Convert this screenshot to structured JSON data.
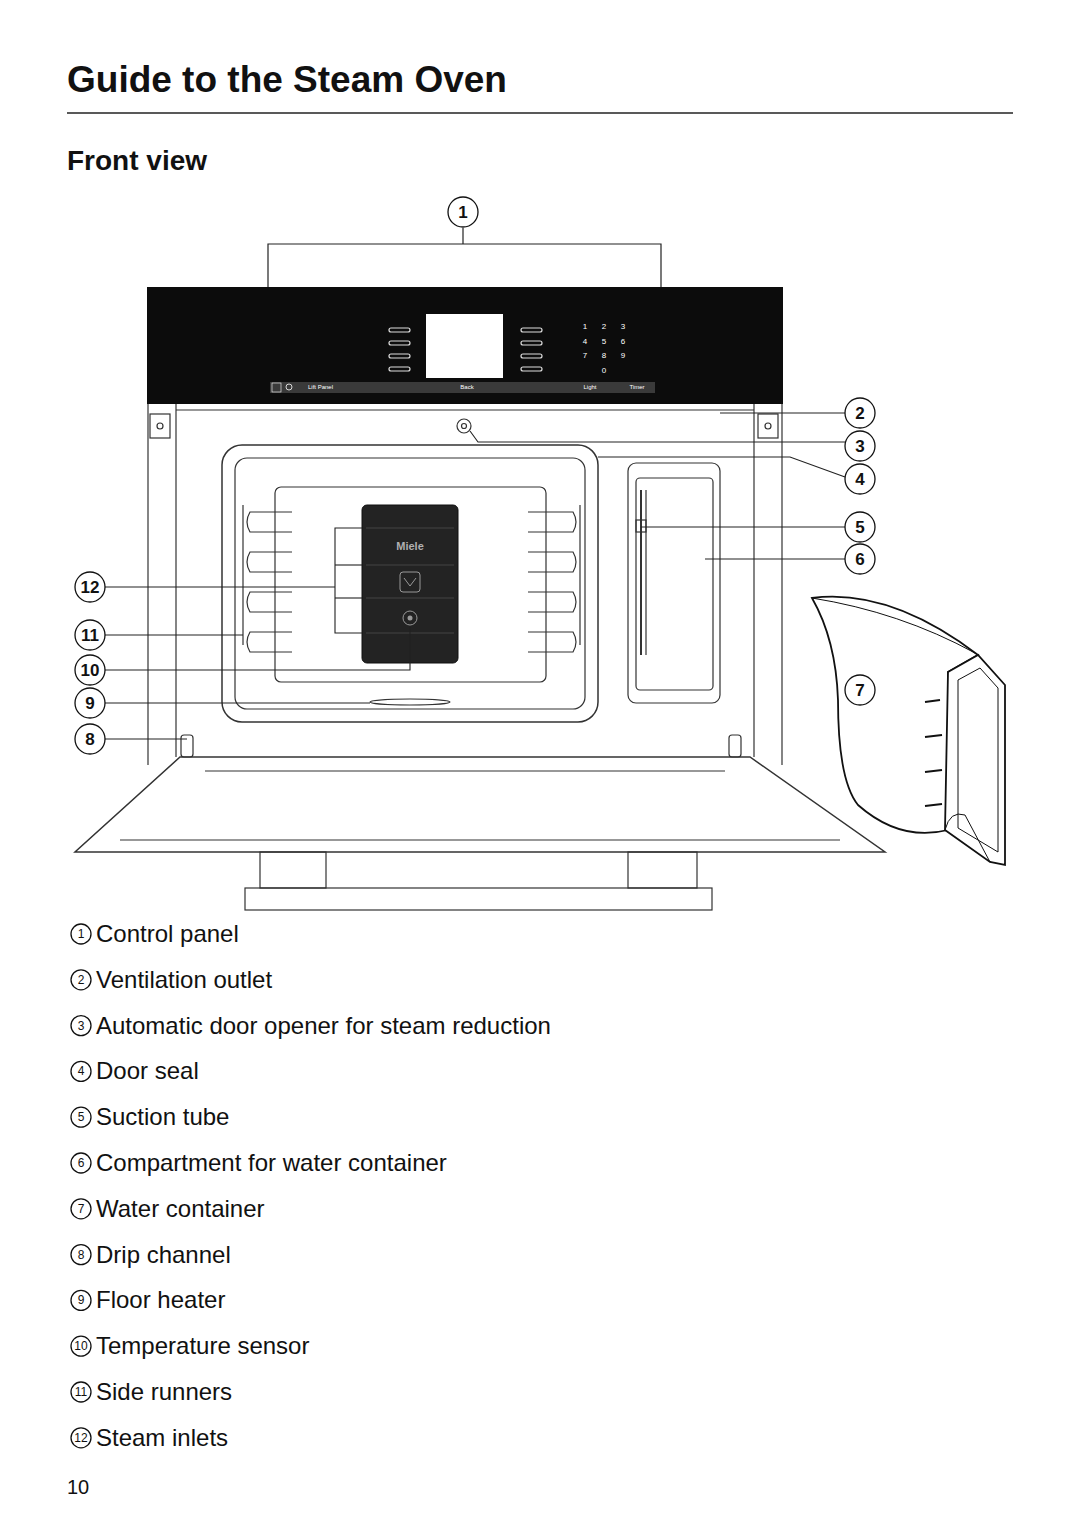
{
  "diagram": {
    "title": "Guide to the Steam Oven",
    "labels": [
      "Front view",
      "1",
      "2",
      "3",
      "4",
      "5",
      "6",
      "12",
      "11",
      "10",
      "9",
      "8",
      "7",
      "1",
      "2",
      "3",
      "4",
      "5",
      "6",
      "7",
      "8",
      "9",
      "0",
      "Lift Panel",
      "Back",
      "Light",
      "Timer",
      "Miele",
      "1",
      "Control panel",
      "2",
      "Ventilation outlet",
      "3",
      "Automatic door opener for steam reduction",
      "4",
      "Door seal",
      "5",
      "Suction tube",
      "6",
      "Compartment for water container",
      "7",
      "Water container",
      "8",
      "Drip channel",
      "9",
      "Floor heater",
      "10",
      "Temperature sensor",
      "11",
      "Side runners",
      "12",
      "Steam inlets",
      "10"
    ]
  }
}
